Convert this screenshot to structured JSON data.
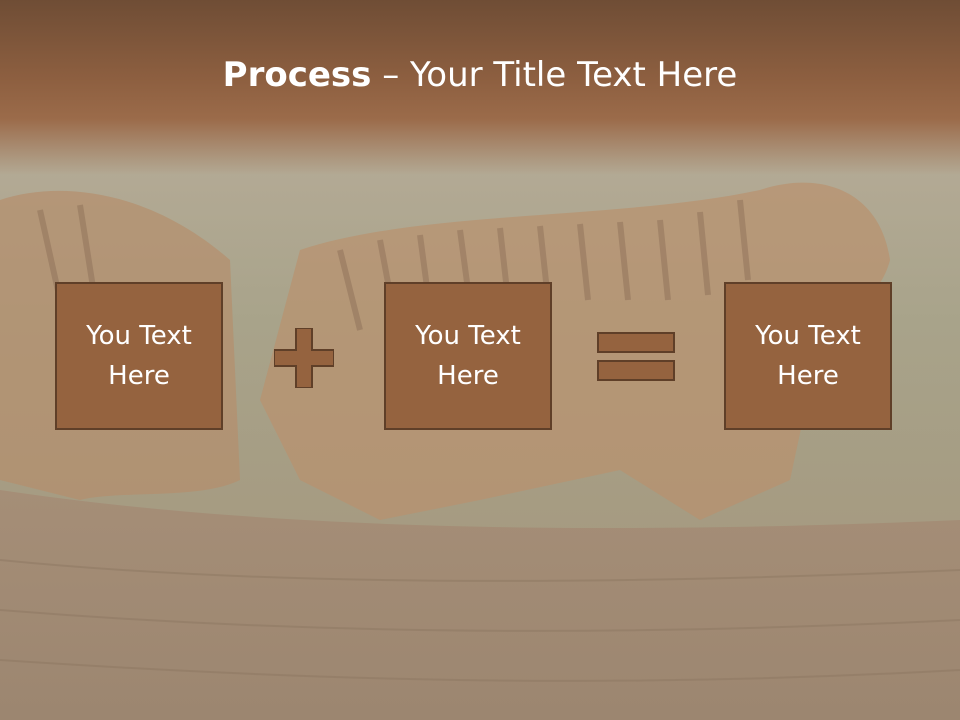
{
  "slide": {
    "title_bold": "Process",
    "title_separator": " – ",
    "title_rest": "Your Title Text Here",
    "boxes": [
      {
        "text": "You Text Here"
      },
      {
        "text": "You Text Here"
      },
      {
        "text": "You Text Here"
      }
    ],
    "operators": [
      "plus-icon",
      "equals-icon"
    ],
    "colors": {
      "header": "#8d5f40",
      "box_fill": "#95633f",
      "box_border": "#5f3f28",
      "operator": "#95633f",
      "text": "#ffffff"
    }
  }
}
